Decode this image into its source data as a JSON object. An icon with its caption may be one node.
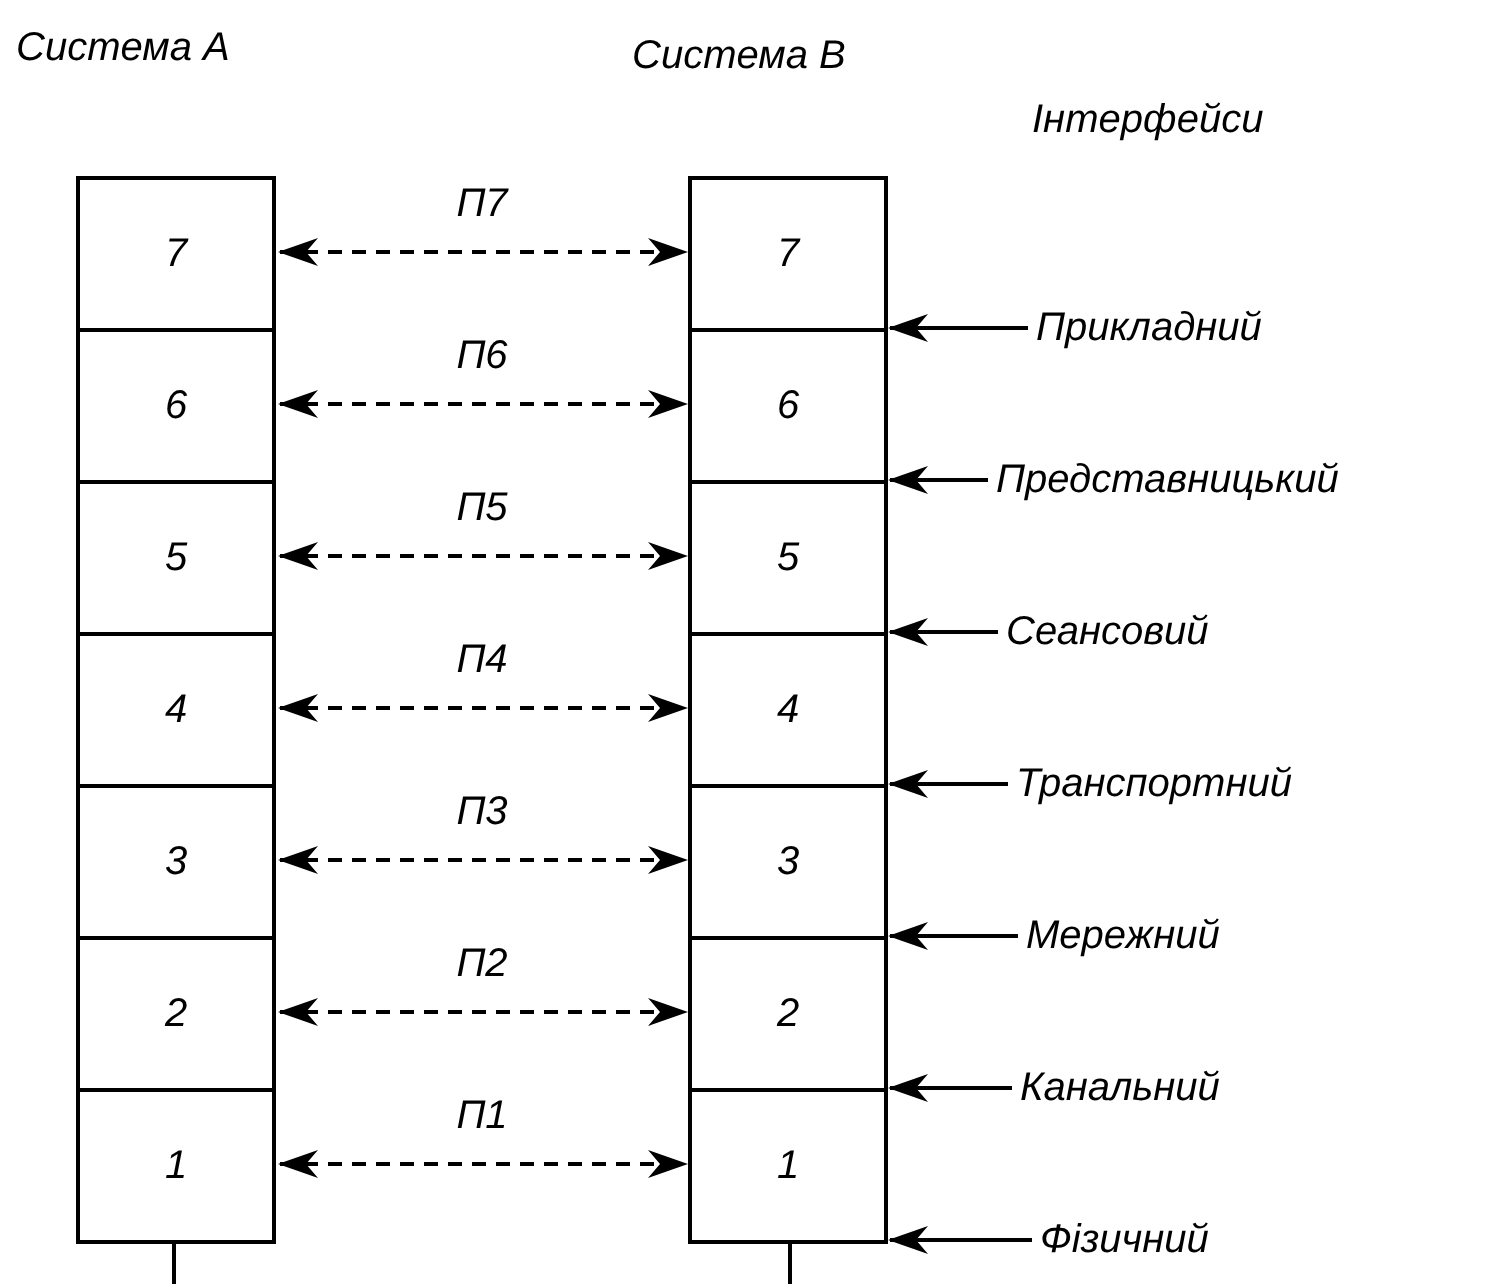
{
  "diagram": {
    "nodes": [
      {
        "text": [
          "7"
        ]
      },
      {
        "text": [
          "6"
        ]
      },
      {
        "text": [
          "5"
        ]
      },
      {
        "text": [
          "4"
        ]
      },
      {
        "text": [
          "3"
        ]
      },
      {
        "text": [
          "2"
        ]
      },
      {
        "text": [
          "1"
        ]
      },
      {
        "text": [
          "7"
        ]
      },
      {
        "text": [
          "6"
        ]
      },
      {
        "text": [
          "5"
        ]
      },
      {
        "text": [
          "4"
        ]
      },
      {
        "text": [
          "3"
        ]
      },
      {
        "text": [
          "2"
        ]
      },
      {
        "text": [
          "1"
        ]
      },
      {
        "text": [
          "Прикладний"
        ]
      },
      {
        "text": [
          "Представницький"
        ]
      },
      {
        "text": [
          "Сеансовий"
        ]
      },
      {
        "text": [
          "Транспортний"
        ]
      },
      {
        "text": [
          "Мережний"
        ]
      },
      {
        "text": [
          "Канальний"
        ]
      },
      {
        "text": [
          "Фізичний"
        ]
      }
    ],
    "edges": [
      {
        "from": 0,
        "to": 7,
        "arrow": "both",
        "label": "П7",
        "style": "dashed"
      },
      {
        "from": 1,
        "to": 8,
        "arrow": "both",
        "label": "П6",
        "style": "dashed"
      },
      {
        "from": 2,
        "to": 9,
        "arrow": "both",
        "label": "П5",
        "style": "dashed"
      },
      {
        "from": 3,
        "to": 10,
        "arrow": "both",
        "label": "П4",
        "style": "dashed"
      },
      {
        "from": 4,
        "to": 11,
        "arrow": "both",
        "label": "П3",
        "style": "dashed"
      },
      {
        "from": 5,
        "to": 12,
        "arrow": "both",
        "label": "П2",
        "style": "dashed"
      },
      {
        "from": 6,
        "to": 13,
        "arrow": "both",
        "label": "П1",
        "style": "dashed"
      },
      {
        "from": 14,
        "to": 7,
        "arrow": "to"
      },
      {
        "from": 15,
        "to": 8,
        "arrow": "to"
      },
      {
        "from": 16,
        "to": 9,
        "arrow": "to"
      },
      {
        "from": 17,
        "to": 10,
        "arrow": "to"
      },
      {
        "from": 18,
        "to": 11,
        "arrow": "to"
      },
      {
        "from": 19,
        "to": 12,
        "arrow": "to"
      },
      {
        "from": 20,
        "to": 13,
        "arrow": "to"
      }
    ],
    "labels": [
      "Система А",
      "Система В",
      "Інтерфейси"
    ]
  }
}
